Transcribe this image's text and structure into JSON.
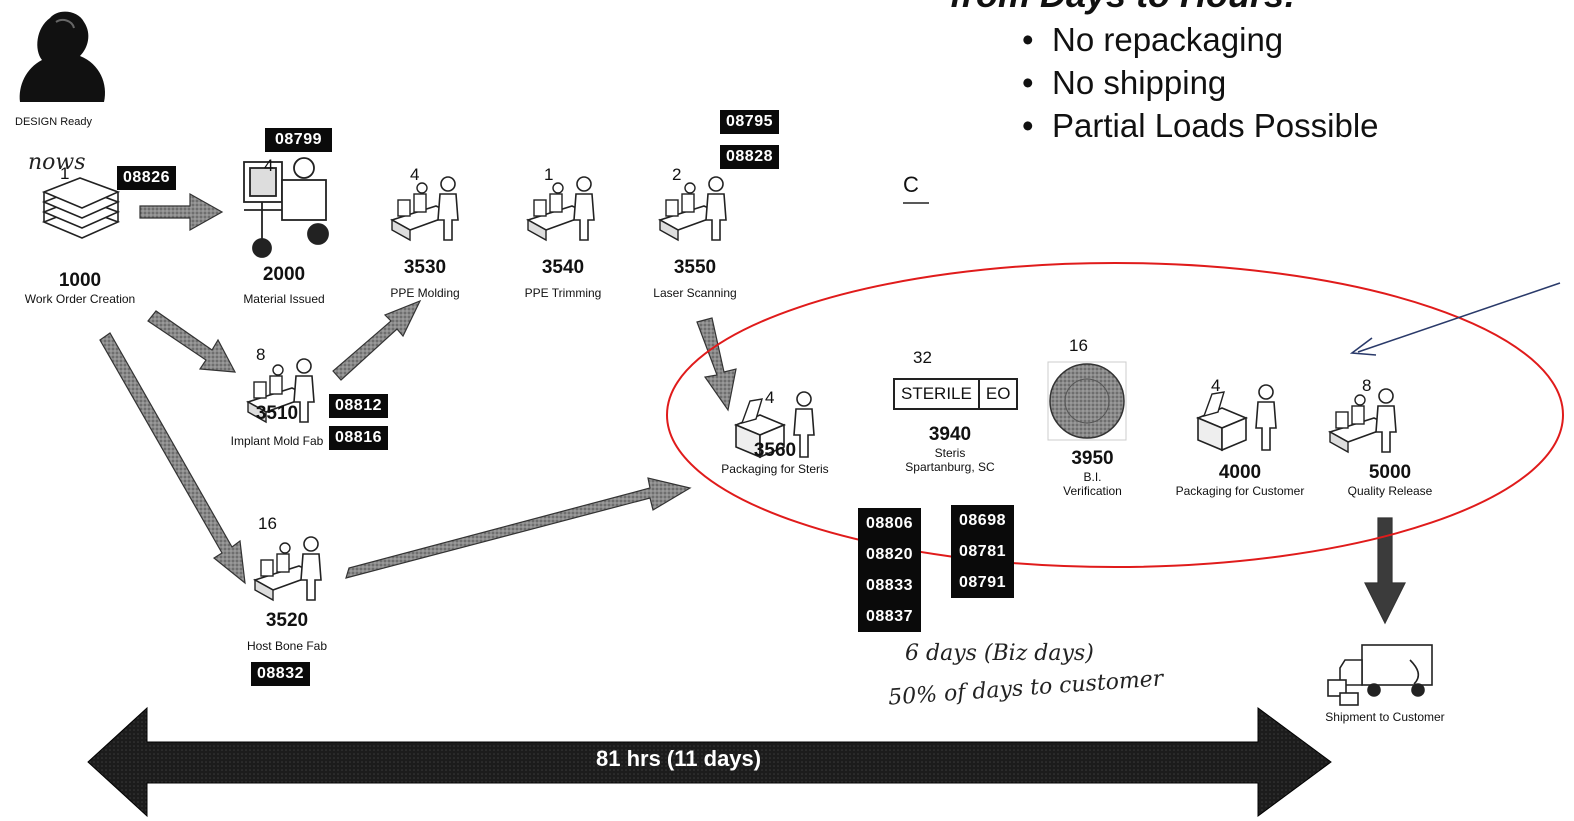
{
  "title_partial": "from Days to Hours:",
  "bullets": [
    "No repackaging",
    "No shipping",
    "Partial Loads Possible"
  ],
  "stray_text": "C",
  "design_ready": "DESIGN Ready",
  "handwriting": {
    "nows": "nows",
    "days_note": "6 days (Biz days)",
    "pct_note": "50% of days to customer"
  },
  "timeline": "81 hrs (11 days)",
  "sterile_box": {
    "left": "STERILE",
    "right": "EO"
  },
  "nodes": {
    "n1000": {
      "count": "1",
      "code": "1000",
      "label": "Work Order Creation"
    },
    "n2000": {
      "count": "4",
      "code": "2000",
      "label": "Material Issued"
    },
    "n3530": {
      "count": "4",
      "code": "3530",
      "label": "PPE Molding"
    },
    "n3540": {
      "count": "1",
      "code": "3540",
      "label": "PPE Trimming"
    },
    "n3550": {
      "count": "2",
      "code": "3550",
      "label": "Laser Scanning"
    },
    "n3510": {
      "count": "8",
      "code": "3510",
      "label": "Implant Mold Fab"
    },
    "n3520": {
      "count": "16",
      "code": "3520",
      "label": "Host Bone Fab"
    },
    "n3560": {
      "count": "4",
      "code": "3560",
      "label": "Packaging for Steris"
    },
    "n3940": {
      "count": "32",
      "code": "3940",
      "label1": "Steris",
      "label2": "Spartanburg, SC"
    },
    "n3950": {
      "count": "16",
      "code": "3950",
      "label1": "B.I.",
      "label2": "Verification"
    },
    "n4000": {
      "count": "4",
      "code": "4000",
      "label": "Packaging for Customer"
    },
    "n5000": {
      "count": "8",
      "code": "5000",
      "label": "Quality Release"
    },
    "shipment": {
      "label": "Shipment to Customer"
    }
  },
  "tags": {
    "t08826": "08826",
    "t08799": "08799",
    "t08795": "08795",
    "t08828": "08828",
    "t08812": "08812",
    "t08816": "08816",
    "t08832": "08832",
    "col_left": [
      "08806",
      "08820",
      "08833",
      "08837"
    ],
    "col_right": [
      "08698",
      "08781",
      "08791"
    ]
  },
  "colors": {
    "ellipse": "#e01b1b",
    "pointer_arrow": "#2a3a6a",
    "arrow_fill": "#7a7a7a"
  }
}
